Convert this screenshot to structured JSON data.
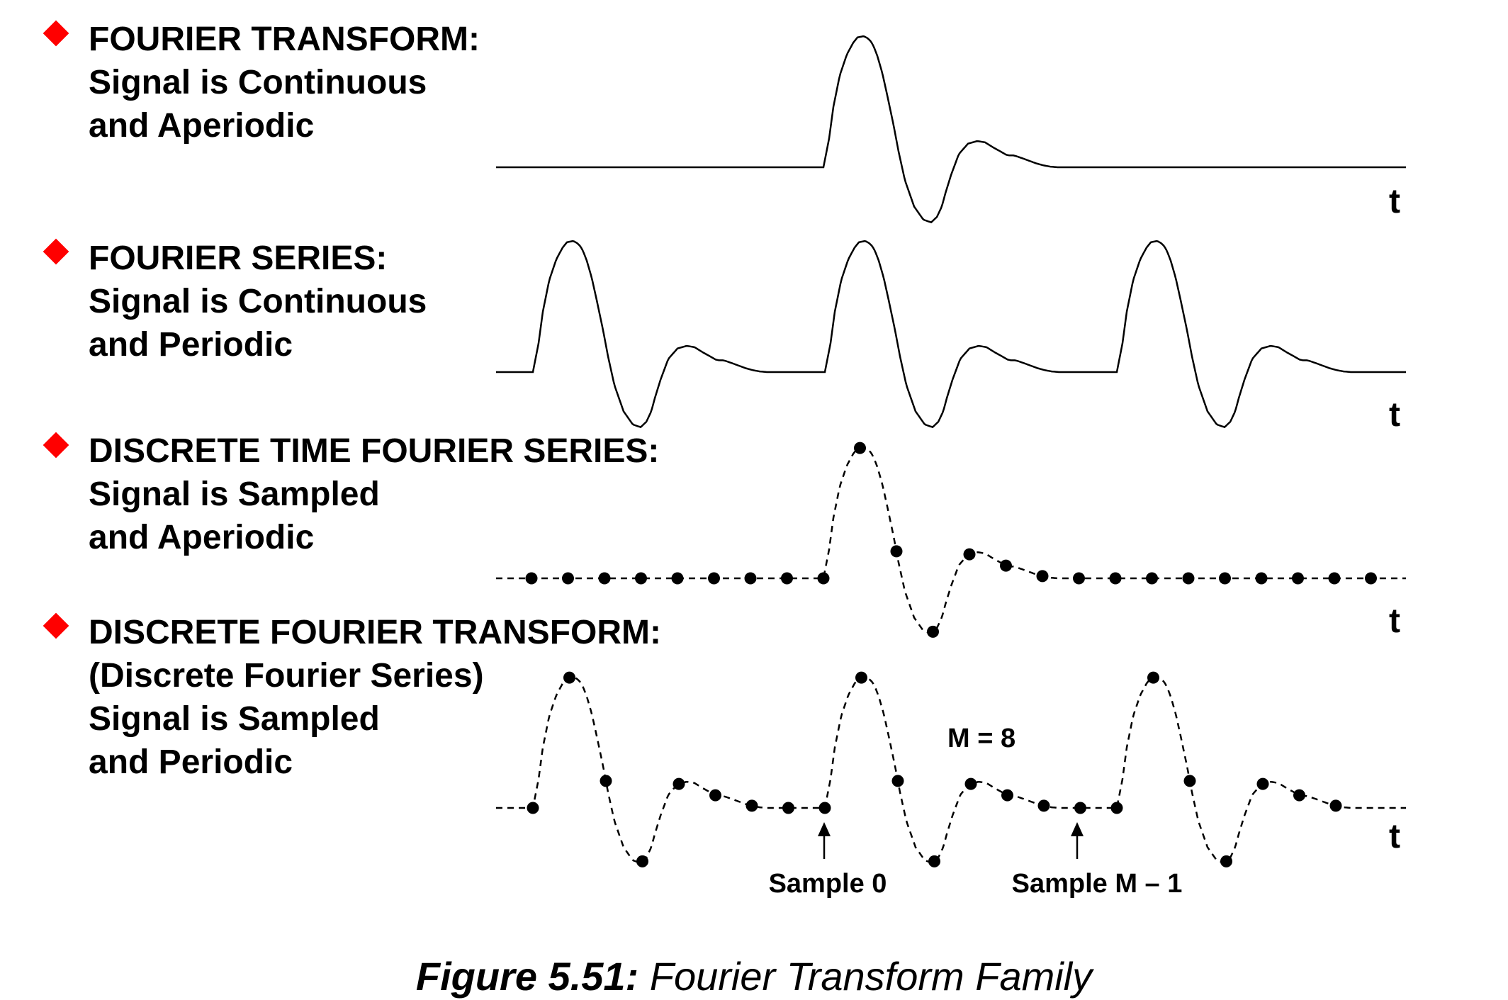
{
  "bullets": [
    {
      "heading": "FOURIER TRANSFORM:",
      "lines": [
        "Signal is Continuous",
        "and Aperiodic"
      ]
    },
    {
      "heading": "FOURIER SERIES:",
      "lines": [
        "Signal is Continuous",
        "and Periodic"
      ]
    },
    {
      "heading": "DISCRETE TIME FOURIER SERIES:",
      "lines": [
        "Signal is Sampled",
        "and Aperiodic"
      ]
    },
    {
      "heading": "DISCRETE FOURIER TRANSFORM:",
      "lines": [
        "(Discrete Fourier Series)",
        "Signal is Sampled",
        "and Periodic"
      ]
    }
  ],
  "axis_label": "t",
  "annotations": {
    "m_label": "M = 8",
    "sample0": "Sample 0",
    "samplem1": "Sample M – 1"
  },
  "caption": {
    "figure": "Figure 5.51:",
    "title": "Fourier Transform Family"
  },
  "colors": {
    "bullet": "#ff0000",
    "ink": "#000000"
  },
  "icons": {
    "bullet": "diamond-bullet-icon",
    "arrow": "up-arrow-icon"
  }
}
